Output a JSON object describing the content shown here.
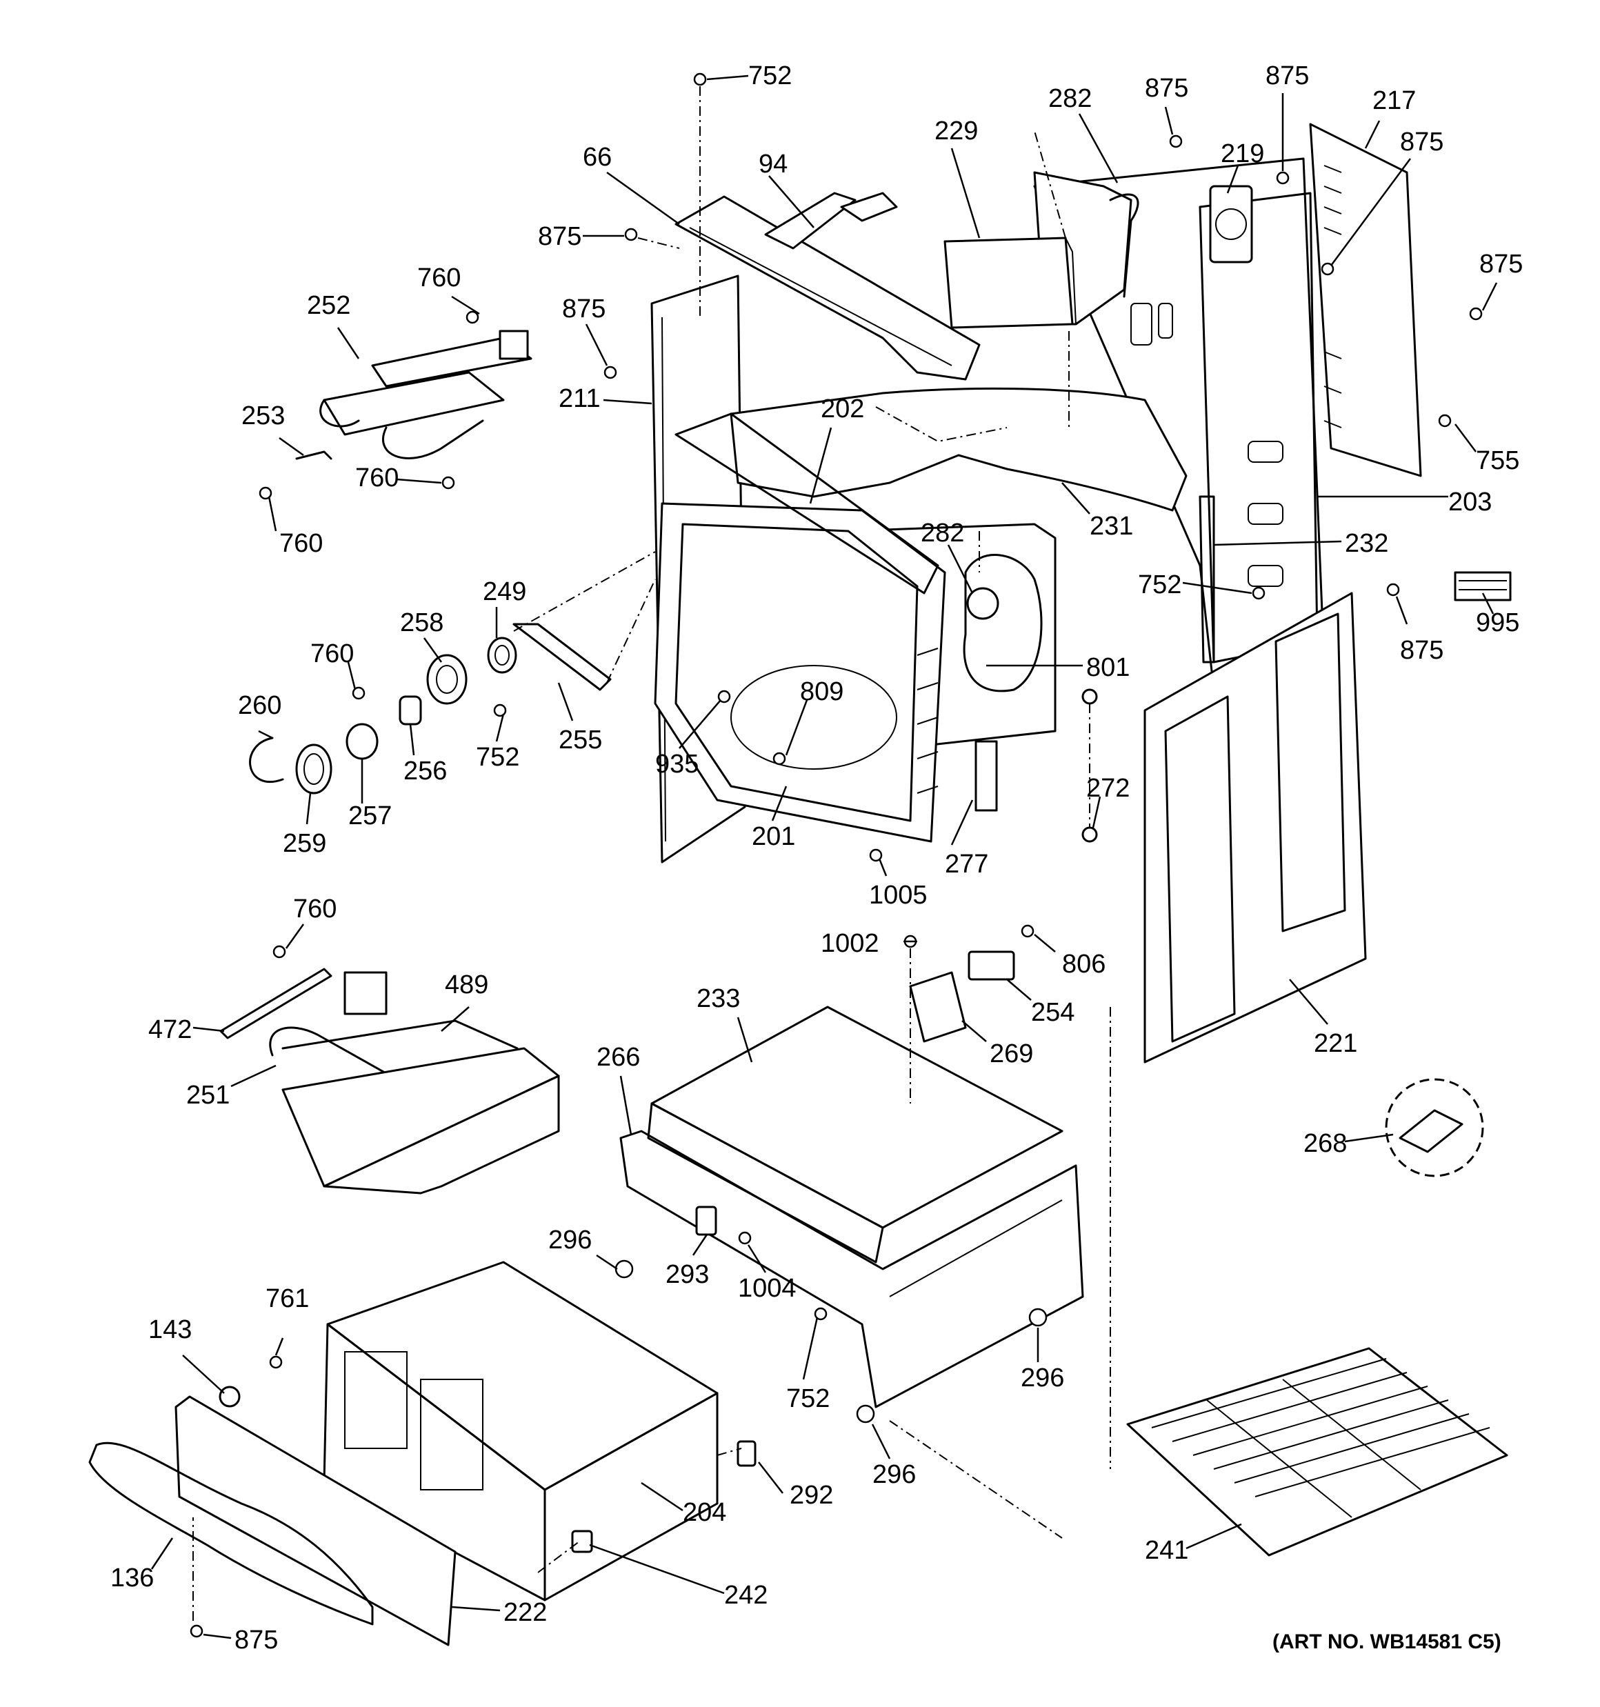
{
  "art_number": "(ART NO. WB14581 C5)",
  "callouts": [
    {
      "id": "c752a",
      "label": "752"
    },
    {
      "id": "c66",
      "label": "66"
    },
    {
      "id": "c94",
      "label": "94"
    },
    {
      "id": "c875a",
      "label": "875"
    },
    {
      "id": "c875b",
      "label": "875"
    },
    {
      "id": "c211",
      "label": "211"
    },
    {
      "id": "c229",
      "label": "229"
    },
    {
      "id": "c282a",
      "label": "282"
    },
    {
      "id": "c875c",
      "label": "875"
    },
    {
      "id": "c875d",
      "label": "875"
    },
    {
      "id": "c219",
      "label": "219"
    },
    {
      "id": "c217",
      "label": "217"
    },
    {
      "id": "c875e",
      "label": "875"
    },
    {
      "id": "c875f",
      "label": "875"
    },
    {
      "id": "c755",
      "label": "755"
    },
    {
      "id": "c203",
      "label": "203"
    },
    {
      "id": "c760a",
      "label": "760"
    },
    {
      "id": "c252",
      "label": "252"
    },
    {
      "id": "c253",
      "label": "253"
    },
    {
      "id": "c760b",
      "label": "760"
    },
    {
      "id": "c760c",
      "label": "760"
    },
    {
      "id": "c202",
      "label": "202"
    },
    {
      "id": "c231",
      "label": "231"
    },
    {
      "id": "c232",
      "label": "232"
    },
    {
      "id": "c282b",
      "label": "282"
    },
    {
      "id": "c752b",
      "label": "752"
    },
    {
      "id": "c801",
      "label": "801"
    },
    {
      "id": "c875g",
      "label": "875"
    },
    {
      "id": "c995",
      "label": "995"
    },
    {
      "id": "c249",
      "label": "249"
    },
    {
      "id": "c258",
      "label": "258"
    },
    {
      "id": "c760d",
      "label": "760"
    },
    {
      "id": "c260",
      "label": "260"
    },
    {
      "id": "c256",
      "label": "256"
    },
    {
      "id": "c257",
      "label": "257"
    },
    {
      "id": "c259",
      "label": "259"
    },
    {
      "id": "c752c",
      "label": "752"
    },
    {
      "id": "c255",
      "label": "255"
    },
    {
      "id": "c809",
      "label": "809"
    },
    {
      "id": "c935",
      "label": "935"
    },
    {
      "id": "c201",
      "label": "201"
    },
    {
      "id": "c1005",
      "label": "1005"
    },
    {
      "id": "c277",
      "label": "277"
    },
    {
      "id": "c272",
      "label": "272"
    },
    {
      "id": "c760e",
      "label": "760"
    },
    {
      "id": "c489",
      "label": "489"
    },
    {
      "id": "c472",
      "label": "472"
    },
    {
      "id": "c251",
      "label": "251"
    },
    {
      "id": "c1002",
      "label": "1002"
    },
    {
      "id": "c806",
      "label": "806"
    },
    {
      "id": "c254",
      "label": "254"
    },
    {
      "id": "c269",
      "label": "269"
    },
    {
      "id": "c233",
      "label": "233"
    },
    {
      "id": "c266",
      "label": "266"
    },
    {
      "id": "c221",
      "label": "221"
    },
    {
      "id": "c268",
      "label": "268"
    },
    {
      "id": "c296a",
      "label": "296"
    },
    {
      "id": "c293",
      "label": "293"
    },
    {
      "id": "c1004",
      "label": "1004"
    },
    {
      "id": "c296b",
      "label": "296"
    },
    {
      "id": "c752d",
      "label": "752"
    },
    {
      "id": "c296c",
      "label": "296"
    },
    {
      "id": "c761",
      "label": "761"
    },
    {
      "id": "c143",
      "label": "143"
    },
    {
      "id": "c292",
      "label": "292"
    },
    {
      "id": "c204",
      "label": "204"
    },
    {
      "id": "c241",
      "label": "241"
    },
    {
      "id": "c136",
      "label": "136"
    },
    {
      "id": "c242",
      "label": "242"
    },
    {
      "id": "c222",
      "label": "222"
    },
    {
      "id": "c875h",
      "label": "875"
    }
  ]
}
